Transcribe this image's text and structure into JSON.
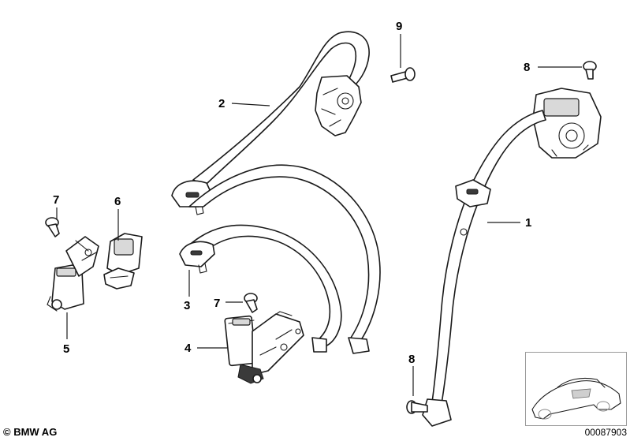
{
  "callouts": {
    "c1": "1",
    "c2": "2",
    "c3": "3",
    "c4": "4",
    "c5": "5",
    "c6": "6",
    "c7a": "7",
    "c7b": "7",
    "c8a": "8",
    "c8b": "8",
    "c9": "9"
  },
  "footer": {
    "copyright": "© BMW AG",
    "diagram_number": "00087903"
  },
  "colors": {
    "line": "#1a1a1a",
    "background": "#ffffff",
    "thumbnail_border": "#9a9a9a"
  }
}
